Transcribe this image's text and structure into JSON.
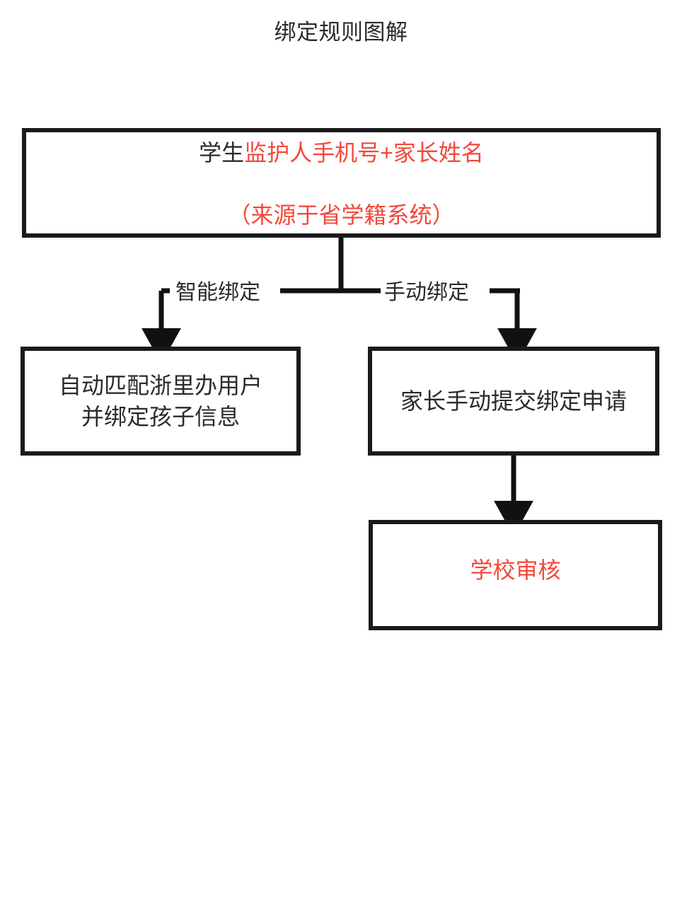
{
  "title": "绑定规则图解",
  "colors": {
    "accent_red": "#f4483a",
    "text_dark": "#2b2b2b",
    "stroke": "#1a1a1a",
    "background": "#ffffff"
  },
  "chart_data": {
    "type": "diagram",
    "title": "绑定规则图解",
    "nodes": [
      {
        "id": "source",
        "label": "学生监护人手机号+家长姓名\n（来源于省学籍系统）",
        "line1_black": "学生",
        "line1_red": "监护人手机号+家长姓名",
        "line2_red": "（来源于省学籍系统）",
        "shape": "rect"
      },
      {
        "id": "auto",
        "label": "自动匹配浙里办用户\n并绑定孩子信息",
        "shape": "rect"
      },
      {
        "id": "manual",
        "label": "家长手动提交绑定申请",
        "shape": "rect"
      },
      {
        "id": "review",
        "label": "学校审核",
        "shape": "rect"
      }
    ],
    "edges": [
      {
        "from": "source",
        "to": "auto",
        "label": "智能绑定"
      },
      {
        "from": "source",
        "to": "manual",
        "label": "手动绑定"
      },
      {
        "from": "manual",
        "to": "review",
        "label": ""
      }
    ]
  },
  "diagram": {
    "title": "绑定规则图解",
    "node_source": {
      "line1_black": "学生",
      "line1_red": "监护人手机号+家长姓名",
      "line2_red": "（来源于省学籍系统）"
    },
    "node_auto": {
      "text": "自动匹配浙里办用户\n并绑定孩子信息"
    },
    "node_manual": {
      "text": "家长手动提交绑定申请"
    },
    "node_review": {
      "text": "学校审核"
    },
    "edge_smart_label": "智能绑定",
    "edge_manual_label": "手动绑定"
  }
}
